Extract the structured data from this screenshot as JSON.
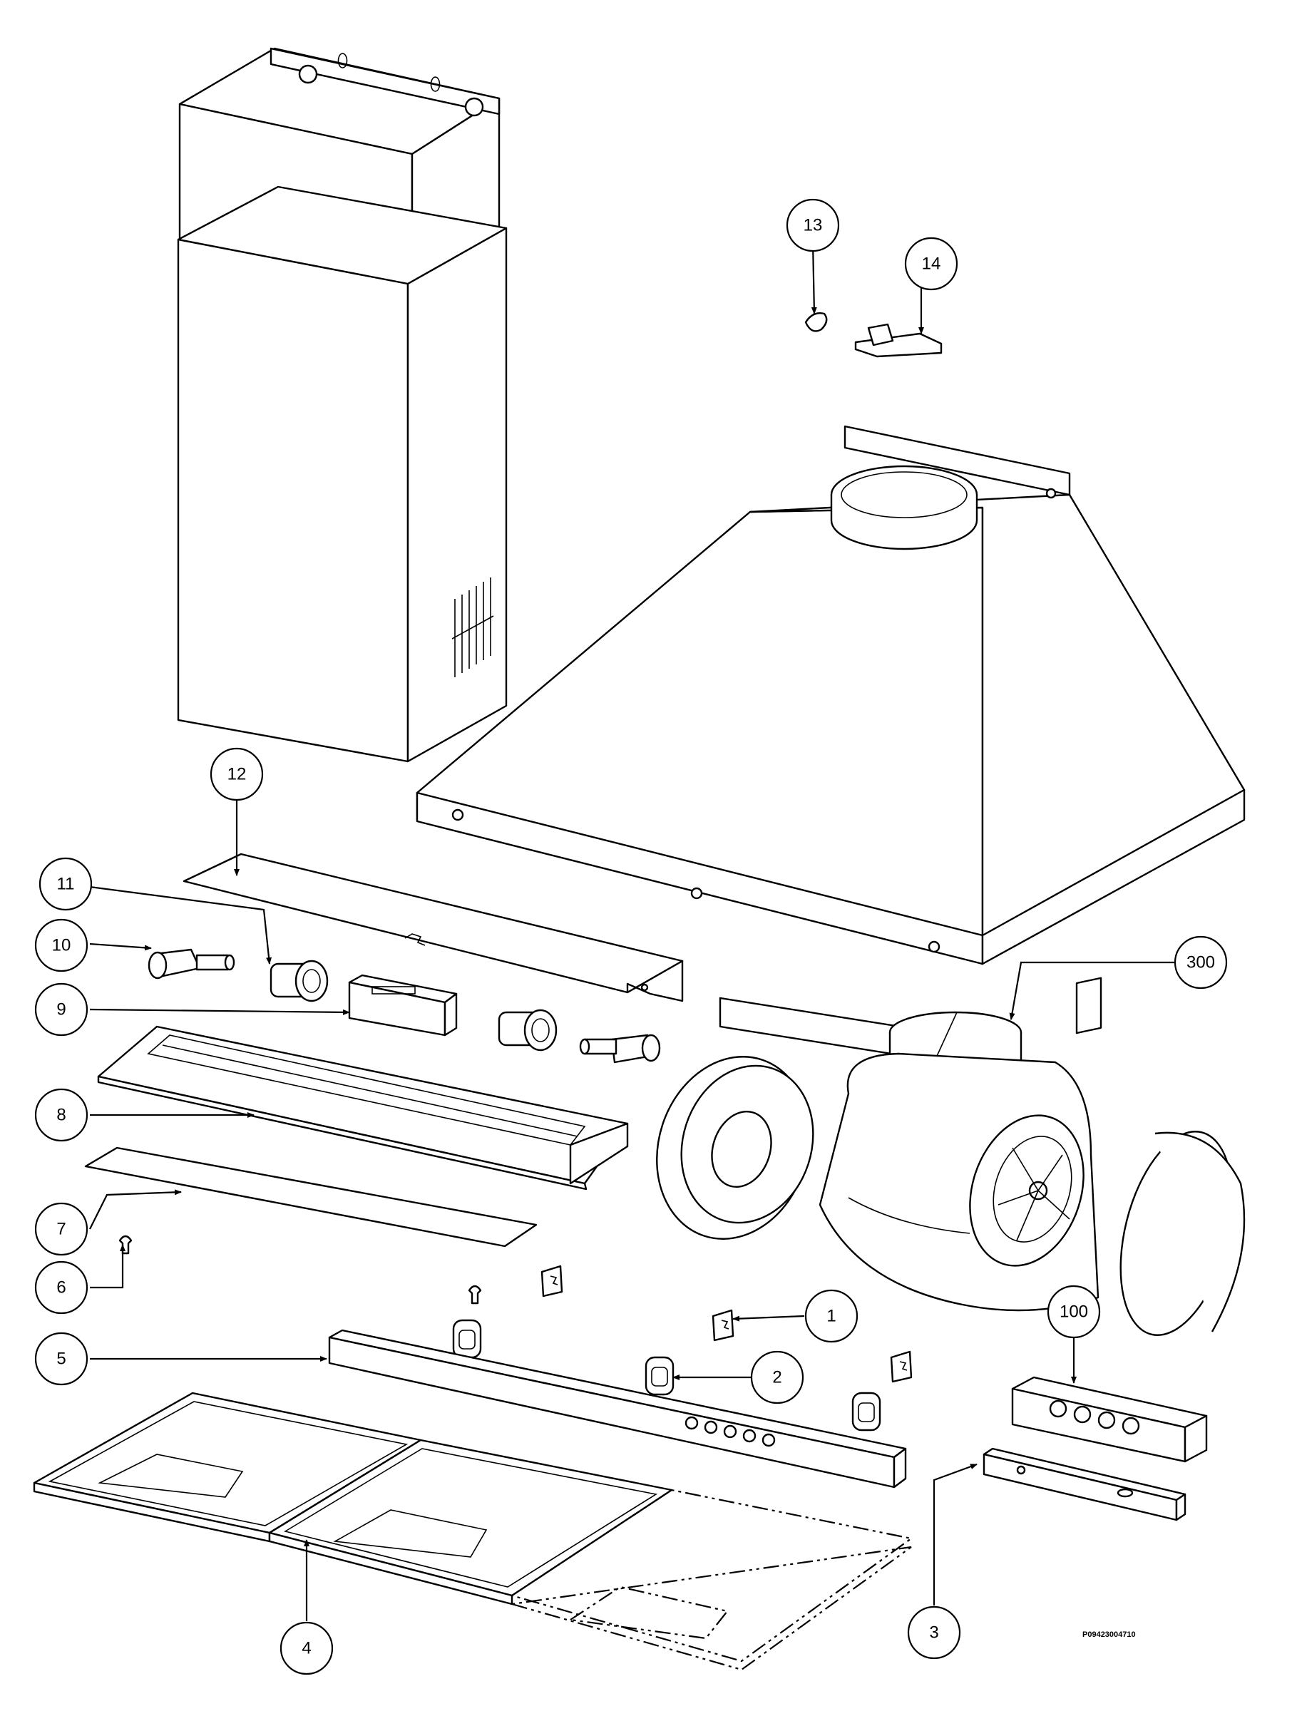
{
  "diagram": {
    "type": "exploded-parts-view",
    "callouts": [
      {
        "id": "13",
        "label": "13"
      },
      {
        "id": "14",
        "label": "14"
      },
      {
        "id": "12",
        "label": "12"
      },
      {
        "id": "11",
        "label": "11"
      },
      {
        "id": "10",
        "label": "10"
      },
      {
        "id": "9",
        "label": "9"
      },
      {
        "id": "8",
        "label": "8"
      },
      {
        "id": "7",
        "label": "7"
      },
      {
        "id": "6",
        "label": "6"
      },
      {
        "id": "5",
        "label": "5"
      },
      {
        "id": "300",
        "label": "300"
      },
      {
        "id": "1",
        "label": "1"
      },
      {
        "id": "2",
        "label": "2"
      },
      {
        "id": "100",
        "label": "100"
      },
      {
        "id": "3",
        "label": "3"
      },
      {
        "id": "4",
        "label": "4"
      }
    ],
    "document_ref": "P09423004710"
  }
}
